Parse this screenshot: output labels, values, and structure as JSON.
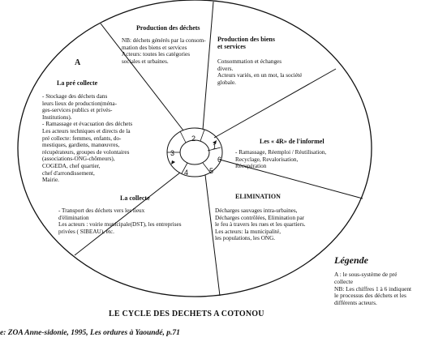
{
  "diagram": {
    "marker_a": "A",
    "numbers": [
      "1",
      "2",
      "3",
      "4",
      "5",
      "6"
    ],
    "sectors": {
      "production": {
        "title": "Production des déchets",
        "body": "NB: déchets générés par la consom-\nmation des biens et services\n   Acteurs: toutes les catégories\n   sociales et urbaines."
      },
      "biens": {
        "title": "Production des biens\net services",
        "body": "Consommation et échanges\ndivers.\nActeurs variés, en un mot, la société\nglobale."
      },
      "precollecte": {
        "title": "La pré collecte",
        "body": "- Stockage des déchets dans\nleurs lieux de production(ména-\nges-services publics et privés-\nInstitutions).\n- Ramassage et évacuation des déchets\n   Les acteurs techniques et directs de la\n   pré collecte: femmes, enfants, do-\n   mestiques, gardiens, manœuvres,\n   récupérateurs, groupes de volontaires\n   (associations-ONG-chômeurs),\n   COGEDA, chef quartier,\n   chef d'arrondissement,\n   Mairie."
      },
      "informel": {
        "title": "Les « 4R» de l'informel",
        "body": "- Ramassage, Réemploi / Réutilisation,\nRecyclage, Revalorisation,\n            Récupération"
      },
      "collecte": {
        "title": "La collecte",
        "body": "- Transport des déchets vers les lieux\n  d'élimination\nLes acteurs : voirie municipale(DST), les entreprises\nprivées ( SIBEAU), etc."
      },
      "elimination": {
        "title": "ELIMINATION",
        "body": "Décharges sauvages intra-urbaines,\nDécharges contrôlées, Elimination par\nle feu à travers les rues et les quartiers.\n   Les acteurs: la municipalité,\n   les populations, les ONG."
      }
    }
  },
  "legend": {
    "title": "Légende",
    "body": "A : le sous-système de pré\ncollecte\nNB: Les chiffres 1 à 6 indiquent\nle processus des déchets et  les\ndifférents acteurs."
  },
  "figure_title": "LE CYCLE DES DECHETS A COTONOU",
  "source": "e: ZOA Anne-sidonie, 1995, Les ordures à Yaoundé, p.71"
}
